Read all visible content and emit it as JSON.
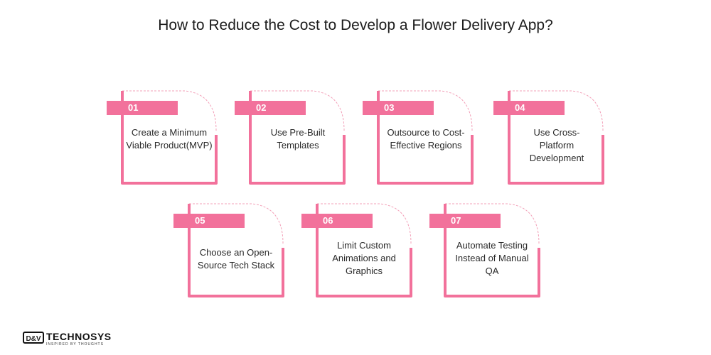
{
  "title": "How to Reduce the Cost to Develop a Flower Delivery App?",
  "accent_color": "#f2719b",
  "steps": [
    {
      "num": "01",
      "text": "Create a Minimum Viable Product(MVP)"
    },
    {
      "num": "02",
      "text": "Use Pre-Built Templates"
    },
    {
      "num": "03",
      "text": "Outsource to Cost-Effective Regions"
    },
    {
      "num": "04",
      "text": "Use Cross-Platform Development"
    },
    {
      "num": "05",
      "text": "Choose an Open-Source Tech Stack"
    },
    {
      "num": "06",
      "text": "Limit Custom Animations and Graphics"
    },
    {
      "num": "07",
      "text": "Automate Testing Instead of Manual QA"
    }
  ],
  "logo": {
    "mark": "D&V",
    "word": "TECHNOSYS",
    "tagline": "INSPIRED BY THOUGHTS"
  }
}
